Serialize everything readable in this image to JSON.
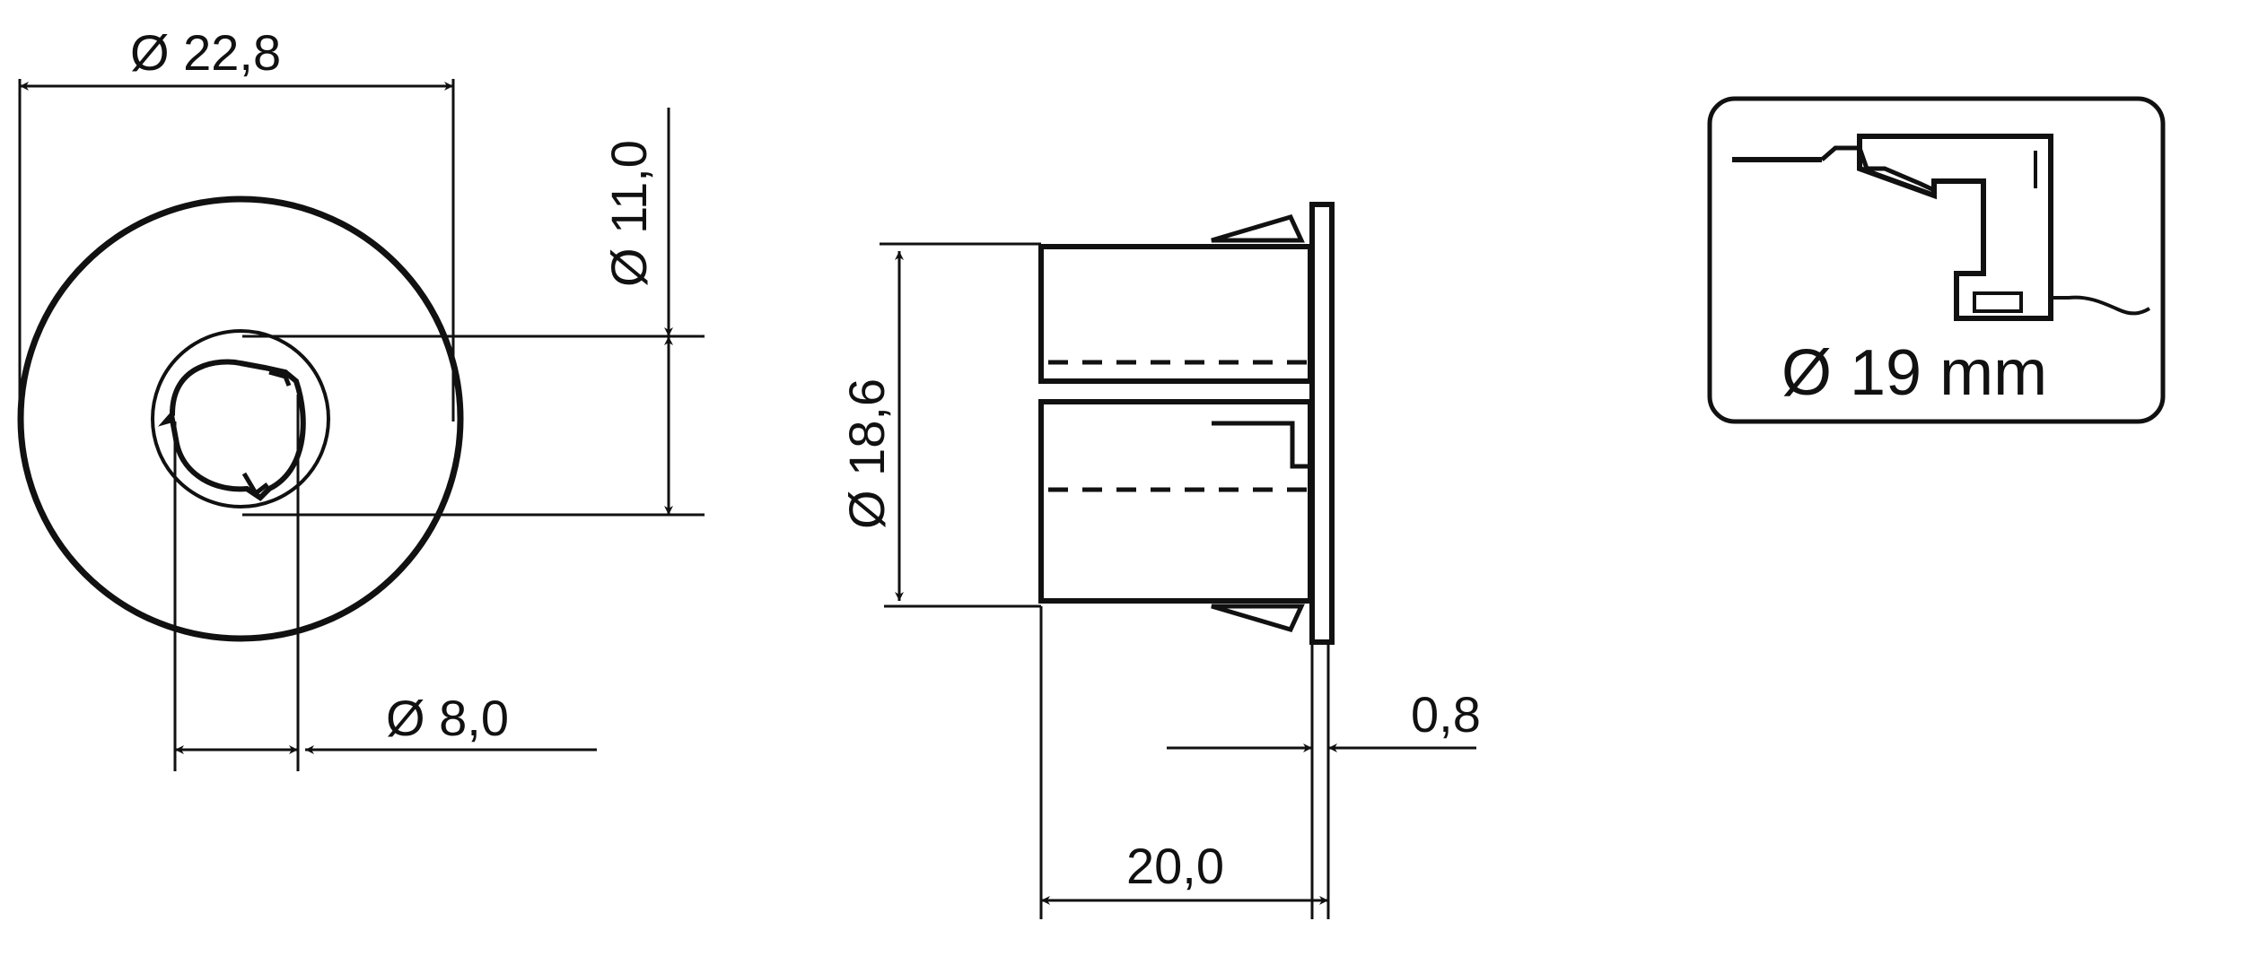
{
  "colors": {
    "ink": "#111111",
    "background": "#ffffff"
  },
  "front_view": {
    "outer_diameter_label": "Ø 22,8",
    "inner_flange_diameter_label": "Ø 11,0",
    "bore_diameter_label": "Ø 8,0"
  },
  "side_view": {
    "body_diameter_label": "Ø 18,6",
    "flange_thickness_label": "0,8",
    "length_label": "20,0"
  },
  "inset": {
    "hole_diameter_label": "Ø 19 mm"
  }
}
